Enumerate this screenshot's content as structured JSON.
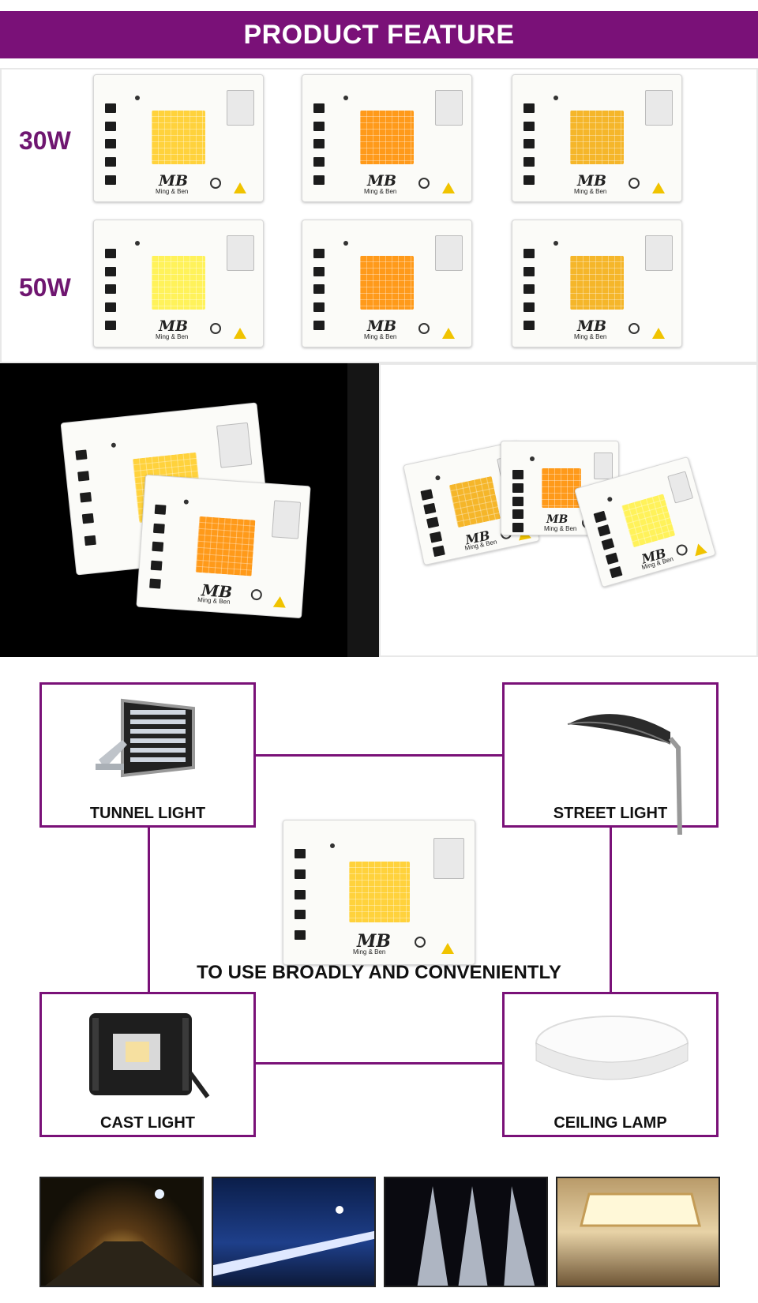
{
  "header": {
    "title": "PRODUCT FEATURE"
  },
  "colors": {
    "accent": "#7a1178",
    "warm_yellow": "#ffd23c",
    "orange": "#ff9a1a",
    "amber": "#f5b62a",
    "cool_yellow": "#fff25a"
  },
  "feature": {
    "rows": [
      {
        "label": "30W"
      },
      {
        "label": "50W"
      }
    ],
    "chip_logo": "MB",
    "chip_brand": "Ming & Ben"
  },
  "applications": {
    "caption": "TO USE BROADLY AND CONVENIENTLY",
    "items": [
      {
        "label": "TUNNEL LIGHT",
        "icon": "tunnel-light-icon"
      },
      {
        "label": "STREET LIGHT",
        "icon": "street-light-icon"
      },
      {
        "label": "CAST LIGHT",
        "icon": "flood-light-icon"
      },
      {
        "label": "CEILING LAMP",
        "icon": "ceiling-lamp-icon"
      }
    ]
  }
}
